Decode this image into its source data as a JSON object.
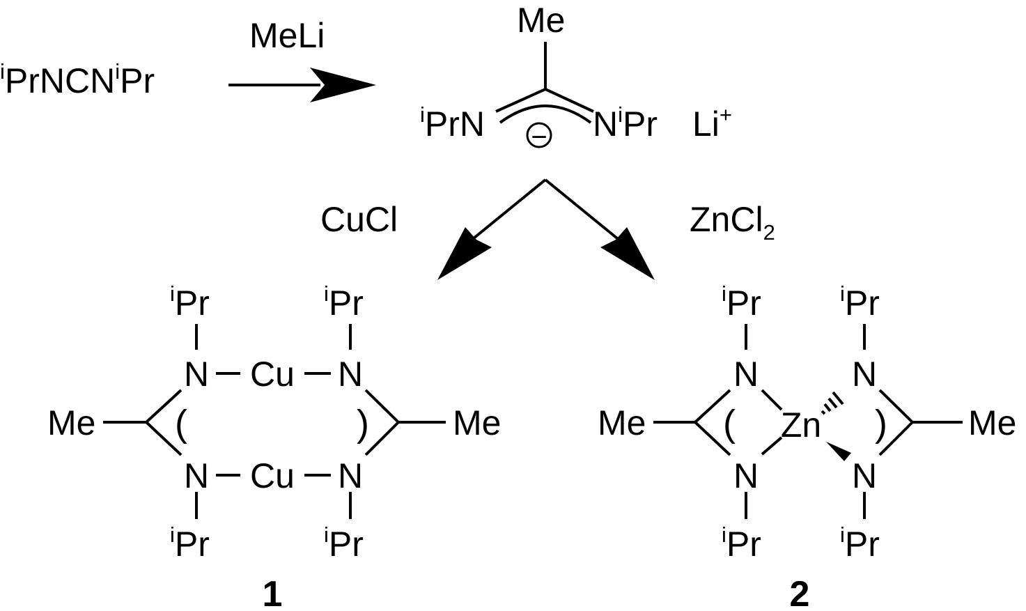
{
  "reactant": {
    "prefix": "i",
    "main": "PrNCN",
    "prefix2": "i",
    "main2": "Pr"
  },
  "step1": {
    "reagent": "MeLi"
  },
  "amidinate": {
    "top_group": "Me",
    "left_prefix": "i",
    "left_main": "PrN",
    "right_main": "N",
    "right_prefix": "i",
    "right_tail": "Pr",
    "charge": "−",
    "counterion": "Li",
    "counterion_charge": "+"
  },
  "step2_left": {
    "reagent": "CuCl"
  },
  "step2_right": {
    "reagent_main": "ZnCl",
    "reagent_sub": "2"
  },
  "compound1": {
    "ipr_prefix": "i",
    "ipr_main": "Pr",
    "N": "N",
    "metal": "Cu",
    "methyl": "Me",
    "paren_left": "(",
    "paren_right": ")",
    "number": "1"
  },
  "compound2": {
    "ipr_prefix": "i",
    "ipr_main": "Pr",
    "N": "N",
    "metal": "Zn",
    "methyl": "Me",
    "paren_left": "(",
    "paren_right": ")",
    "number": "2"
  }
}
